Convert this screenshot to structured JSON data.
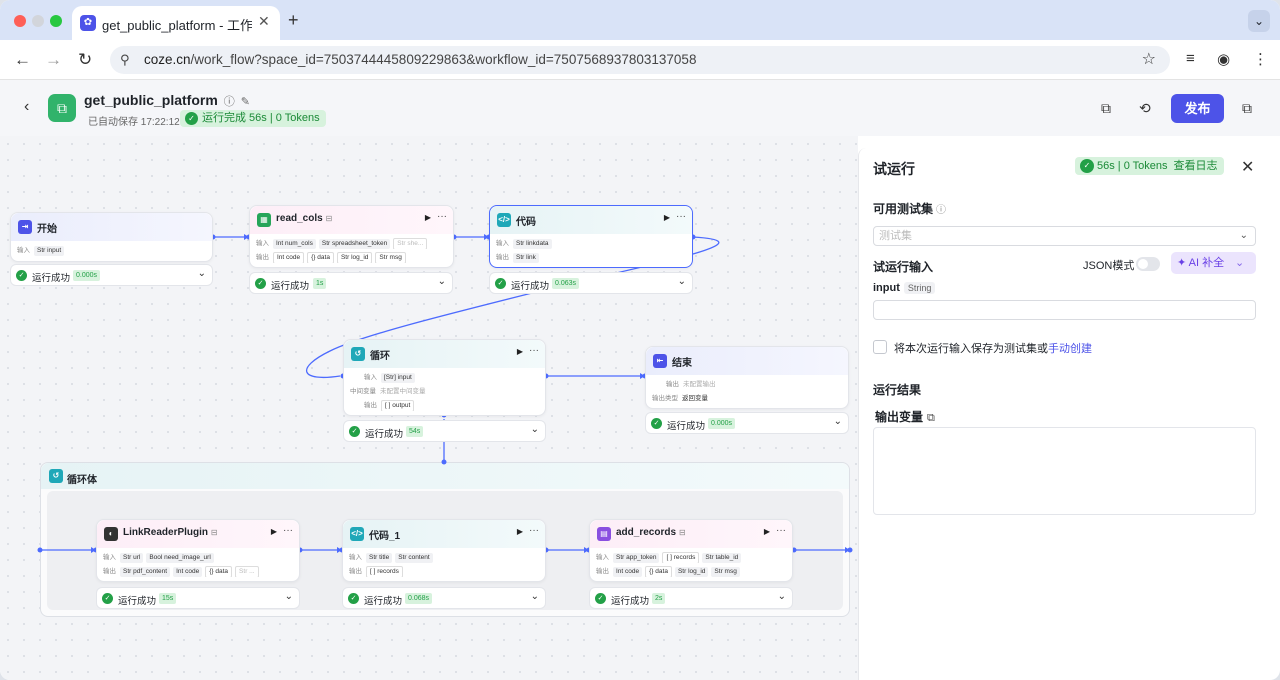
{
  "browser": {
    "tab_title": "get_public_platform - 工作流",
    "url_host": "coze.cn",
    "url_path": "/work_flow?space_id=7503744445809229863&workflow_id=7507568937803137058"
  },
  "app": {
    "name": "get_public_platform",
    "saved": "已自动保存 17:22:12",
    "run_status": "运行完成 56s | 0 Tokens",
    "publish_label": "发布"
  },
  "nodes": {
    "start": {
      "title": "开始",
      "in_key": "输入",
      "in_chips": [
        "Str input"
      ],
      "status": "运行成功",
      "time": "0.000s"
    },
    "read_cols": {
      "title": "read_cols",
      "in_key": "输入",
      "in_chips": [
        "Int num_cols",
        "Str spreadsheet_token",
        "Str she..."
      ],
      "out_key": "输出",
      "out_chips": [
        "Int code",
        "{} data",
        "Str log_id",
        "Str msg"
      ],
      "status": "运行成功",
      "time": "1s"
    },
    "code": {
      "title": "代码",
      "in_key": "输入",
      "in_chips": [
        "Str linkdata"
      ],
      "out_key": "输出",
      "out_chips": [
        "Str link"
      ],
      "status": "运行成功",
      "time": "0.063s"
    },
    "loop": {
      "title": "循环",
      "in_key": "输入",
      "in_chips": [
        "[Str] input"
      ],
      "mid_key": "中间变量",
      "mid_val": "未配置中间变量",
      "out_key": "输出",
      "out_chips": [
        "[ ] output"
      ],
      "status": "运行成功",
      "time": "54s"
    },
    "end": {
      "title": "结束",
      "out_key": "输出",
      "out_val": "未配置输出",
      "type_key": "输出类型",
      "type_val": "返回变量",
      "status": "运行成功",
      "time": "0.000s"
    },
    "loop_body": {
      "title": "循环体"
    },
    "linkreader": {
      "title": "LinkReaderPlugin",
      "in_key": "输入",
      "in_chips": [
        "Str url",
        "Bool need_image_url"
      ],
      "out_key": "输出",
      "out_chips": [
        "Str pdf_content",
        "Int code",
        "{} data",
        "Str ..."
      ],
      "status": "运行成功",
      "time": "15s"
    },
    "code1": {
      "title": "代码_1",
      "in_key": "输入",
      "in_chips": [
        "Str title",
        "Str content"
      ],
      "out_key": "输出",
      "out_chips": [
        "[ ] records"
      ],
      "status": "运行成功",
      "time": "0.068s"
    },
    "add_records": {
      "title": "add_records",
      "in_key": "输入",
      "in_chips": [
        "Str app_token",
        "[ ] records",
        "Str table_id"
      ],
      "out_key": "输出",
      "out_chips": [
        "Int code",
        "{} data",
        "Str log_id",
        "Str msg"
      ],
      "status": "运行成功",
      "time": "2s"
    }
  },
  "panel": {
    "title": "试运行",
    "tag": "56s | 0 Tokens",
    "tag_link": "查看日志",
    "testset_label": "可用测试集",
    "testset_placeholder": "测试集",
    "run_input_label": "试运行输入",
    "json_mode": "JSON模式",
    "ai_fill": "AI 补全",
    "input_name": "input",
    "input_type": "String",
    "save_text": "将本次运行输入保存为测试集或",
    "save_link": "手动创建",
    "result_label": "运行结果",
    "output_label": "输出变量"
  },
  "colors": {
    "accent": "#4d53e8",
    "success": "#23a047",
    "success_bg": "#d7f2dd",
    "ai": "#6940e6"
  }
}
